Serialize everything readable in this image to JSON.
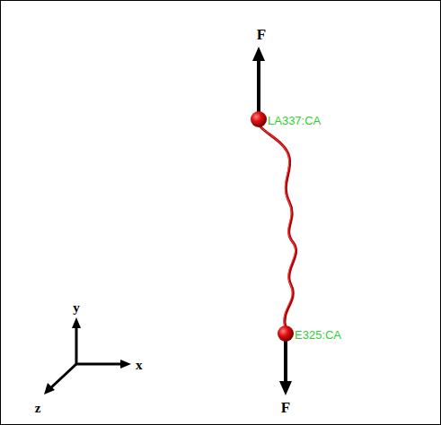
{
  "diagram": {
    "labels": [
      "F",
      "LA337:CA",
      "y",
      "E325:CA",
      "x",
      "F",
      "z"
    ]
  }
}
